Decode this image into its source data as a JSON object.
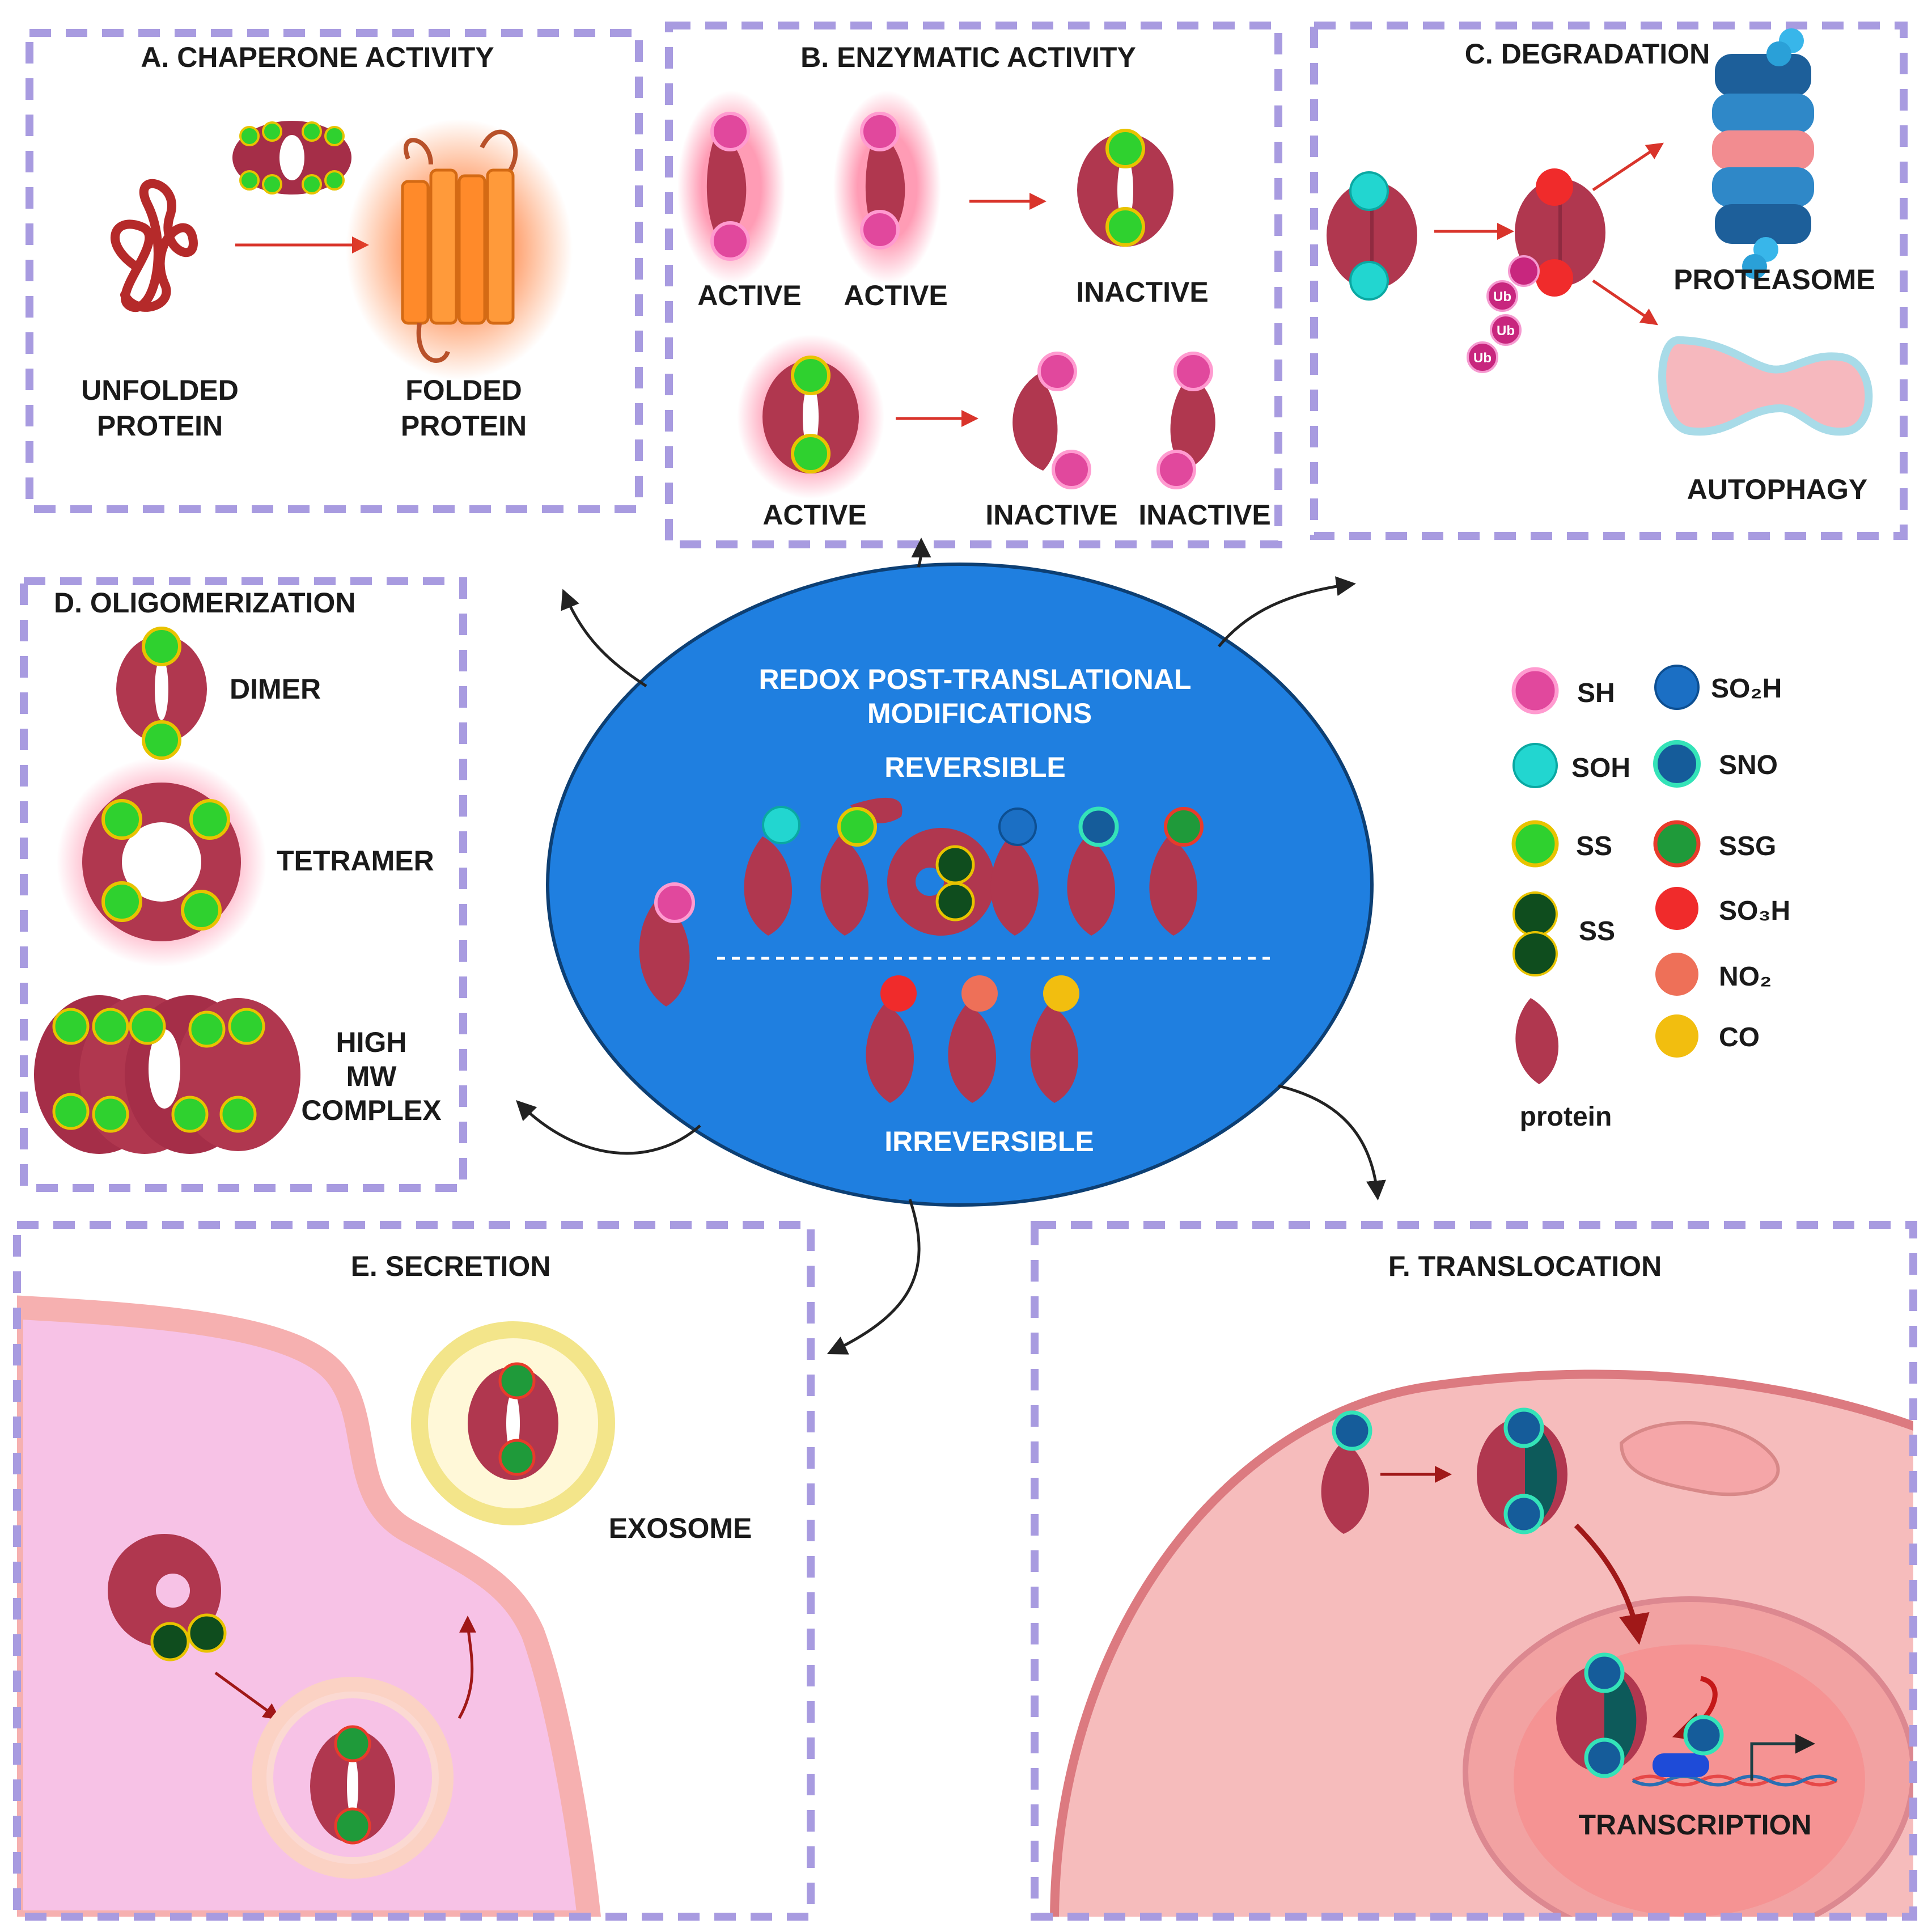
{
  "panels": {
    "a": {
      "title": "A. CHAPERONE ACTIVITY",
      "unfolded_1": "UNFOLDED",
      "unfolded_2": "PROTEIN",
      "folded_1": "FOLDED",
      "folded_2": "PROTEIN"
    },
    "b": {
      "title": "B. ENZYMATIC ACTIVITY",
      "active_1": "ACTIVE",
      "active_2": "ACTIVE",
      "inactive_1": "INACTIVE",
      "active_3": "ACTIVE",
      "inactive_2": "INACTIVE",
      "inactive_3": "INACTIVE"
    },
    "c": {
      "title": "C. DEGRADATION",
      "proteasome": "PROTEASOME",
      "autophagy": "AUTOPHAGY",
      "ub": "Ub"
    },
    "d": {
      "title": "D. OLIGOMERIZATION",
      "dimer": "DIMER",
      "tetramer": "TETRAMER",
      "complex_1": "HIGH",
      "complex_2": "MW",
      "complex_3": "COMPLEX"
    },
    "e": {
      "title": "E. SECRETION",
      "exosome": "EXOSOME"
    },
    "f": {
      "title": "F. TRANSLOCATION",
      "transcription": "TRANSCRIPTION"
    }
  },
  "center": {
    "title_1": "REDOX POST-TRANSLATIONAL",
    "title_2": "MODIFICATIONS",
    "reversible": "REVERSIBLE",
    "irreversible": "IRREVERSIBLE"
  },
  "legend": {
    "sh": "SH",
    "soh": "SOH",
    "ss1": "SS",
    "ss2": "SS",
    "protein": "protein",
    "so2h": "SO₂H",
    "sno": "SNO",
    "ssg": "SSG",
    "so3h": "SO₃H",
    "no2": "NO₂",
    "co": "CO"
  },
  "colors": {
    "protein": "#b0374f",
    "sh": "#e1489d",
    "soh": "#22d6d0",
    "ss": "#2fd12f",
    "ss_dark": "#0f4d1e",
    "so2h": "#1b6fc4",
    "sno": "#155c9a",
    "ssg": "#1f9a3a",
    "so3h": "#f02b2b",
    "no2": "#ee7058",
    "co": "#f2be0f",
    "center_oval": "#1f7fe0",
    "panel_border": "#a89be0"
  }
}
